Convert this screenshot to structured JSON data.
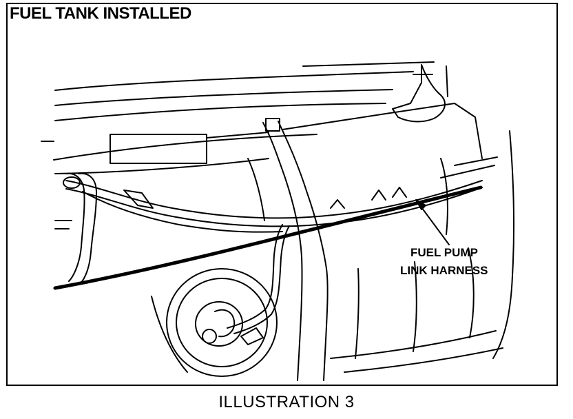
{
  "figure": {
    "title": "FUEL TANK INSTALLED",
    "callout_lines": [
      "FUEL PUMP",
      "LINK HARNESS"
    ],
    "caption": "ILLUSTRATION 3"
  },
  "colors": {
    "ink": "#000000",
    "paper": "#ffffff"
  }
}
